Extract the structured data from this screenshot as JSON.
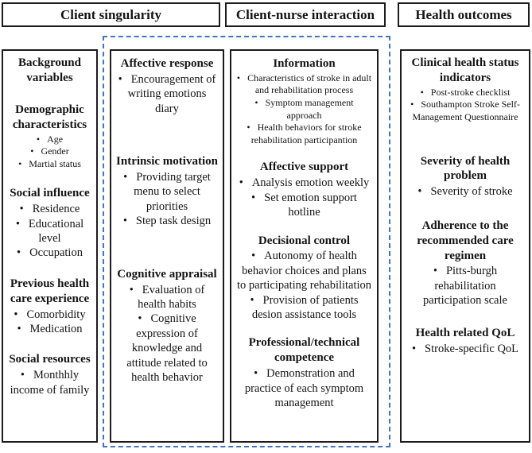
{
  "headers": [
    {
      "label": "Client singularity"
    },
    {
      "label": "Client-nurse interaction"
    },
    {
      "label": "Health outcomes"
    }
  ],
  "columns": [
    {
      "id": "background-variables",
      "sections": [
        {
          "title": "Background variables",
          "small_bullets": false,
          "bullets": []
        },
        {
          "title": "Demographic characteristics",
          "small_bullets": true,
          "bullets": [
            "Age",
            "Gender",
            "Martial status"
          ]
        },
        {
          "title": "Social influence",
          "small_bullets": false,
          "bullets": [
            "Residence",
            "Educational level",
            "Occupation"
          ]
        },
        {
          "title": "Previous health care experience",
          "small_bullets": false,
          "bullets": [
            "Comorbidity",
            "Medication"
          ]
        },
        {
          "title": "Social resources",
          "small_bullets": false,
          "bullets": [
            "Monthhly income of family"
          ]
        }
      ]
    },
    {
      "id": "client-singularity-strategies",
      "sections": [
        {
          "title": "Affective response",
          "small_bullets": false,
          "bullets": [
            "Encouragement of writing emotions diary"
          ]
        },
        {
          "title": "Intrinsic motivation",
          "small_bullets": false,
          "bullets": [
            "Providing target menu to select priorities",
            "Step task design"
          ]
        },
        {
          "title": "Cognitive appraisal",
          "small_bullets": false,
          "bullets": [
            "Evaluation of health habits",
            "Cognitive expression of knowledge and attitude related to health behavior"
          ]
        }
      ]
    },
    {
      "id": "client-nurse-interaction-components",
      "sections": [
        {
          "title": "Information",
          "small_bullets": true,
          "bullets": [
            "Characteristics of stroke in adult and rehabilitation process",
            "Symptom management approach",
            "Health behaviors for stroke rehabilitation participantion"
          ]
        },
        {
          "title": "Affective support",
          "small_bullets": false,
          "bullets": [
            "Analysis emotion weekly",
            "Set emotion support hotline"
          ]
        },
        {
          "title": "Decisional control",
          "small_bullets": false,
          "bullets": [
            "Autonomy of health behavior choices and plans to participating rehabilitation",
            "Provision of patients desion assistance tools"
          ]
        },
        {
          "title": "Professional/technical competence",
          "small_bullets": false,
          "bullets": [
            "Demonstration and practice of each symptom management"
          ]
        }
      ]
    },
    {
      "id": "health-outcomes-measures",
      "sections": [
        {
          "title": "Clinical health status indicators",
          "small_bullets": true,
          "bullets": [
            "Post-stroke checklist",
            "Southampton Stroke Self-Management Questionnaire"
          ]
        },
        {
          "title": "Severity of health problem",
          "small_bullets": false,
          "bullets": [
            "Severity of stroke"
          ]
        },
        {
          "title": "Adherence to the recommended care regimen",
          "small_bullets": false,
          "bullets": [
            "Pitts-burgh rehabilitation participation scale"
          ]
        },
        {
          "title": "Health related QoL",
          "small_bullets": false,
          "bullets": [
            "Stroke-specific QoL"
          ]
        }
      ]
    }
  ],
  "colors": {
    "box_border": "#1c1c1c",
    "dashed_border": "#4472c4",
    "text": "#141414",
    "background": "#ffffff"
  }
}
